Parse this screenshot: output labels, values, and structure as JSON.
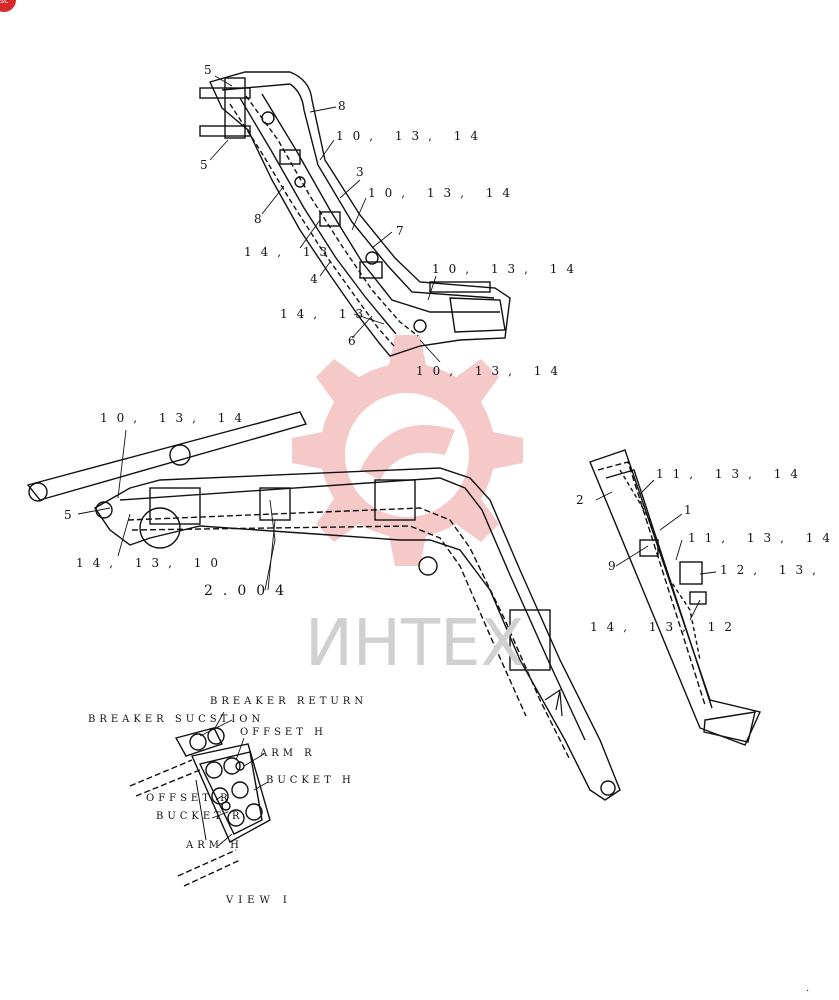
{
  "corner_badge": "sc",
  "watermark": {
    "text": "ИНТЕХ",
    "color": "#f6c9c9"
  },
  "labels": {
    "top_5a": "5",
    "top_5b": "5",
    "top_8a": "8",
    "top_8b": "8",
    "top_3": "3",
    "top_7": "7",
    "top_4": "4",
    "top_6": "6",
    "top_10_13_14_a": "10, 13, 14",
    "top_10_13_14_b": "10, 13, 14",
    "top_10_13_14_c": "10, 13, 14",
    "top_10_13_14_d": "10, 13, 14",
    "top_14_13_a": "14, 13",
    "top_14_13_b": "14, 13",
    "mid_10_13_14": "10, 13, 14",
    "mid_5": "5",
    "mid_14_13_10": "14, 13, 10",
    "mid_2004": "2.004",
    "right_2": "2",
    "right_1": "1",
    "right_9": "9",
    "right_11_13_14_a": "11, 13, 14",
    "right_11_13_14_b": "11, 13, 14",
    "right_12_13": "12, 13,",
    "right_14_13_12": "14, 13, 12",
    "breaker_return": "BREAKER RETURN",
    "breaker_sucstion": "BREAKER SUCSTION",
    "offset_h": "OFFSET H",
    "arm_r": "ARM R",
    "bucket_h": "BUCKET H",
    "offset_r": "OFFSET R",
    "bucket_r": "BUCKET R",
    "arm_h": "ARM H",
    "view_i": "VIEW I",
    "page_dot": "."
  }
}
